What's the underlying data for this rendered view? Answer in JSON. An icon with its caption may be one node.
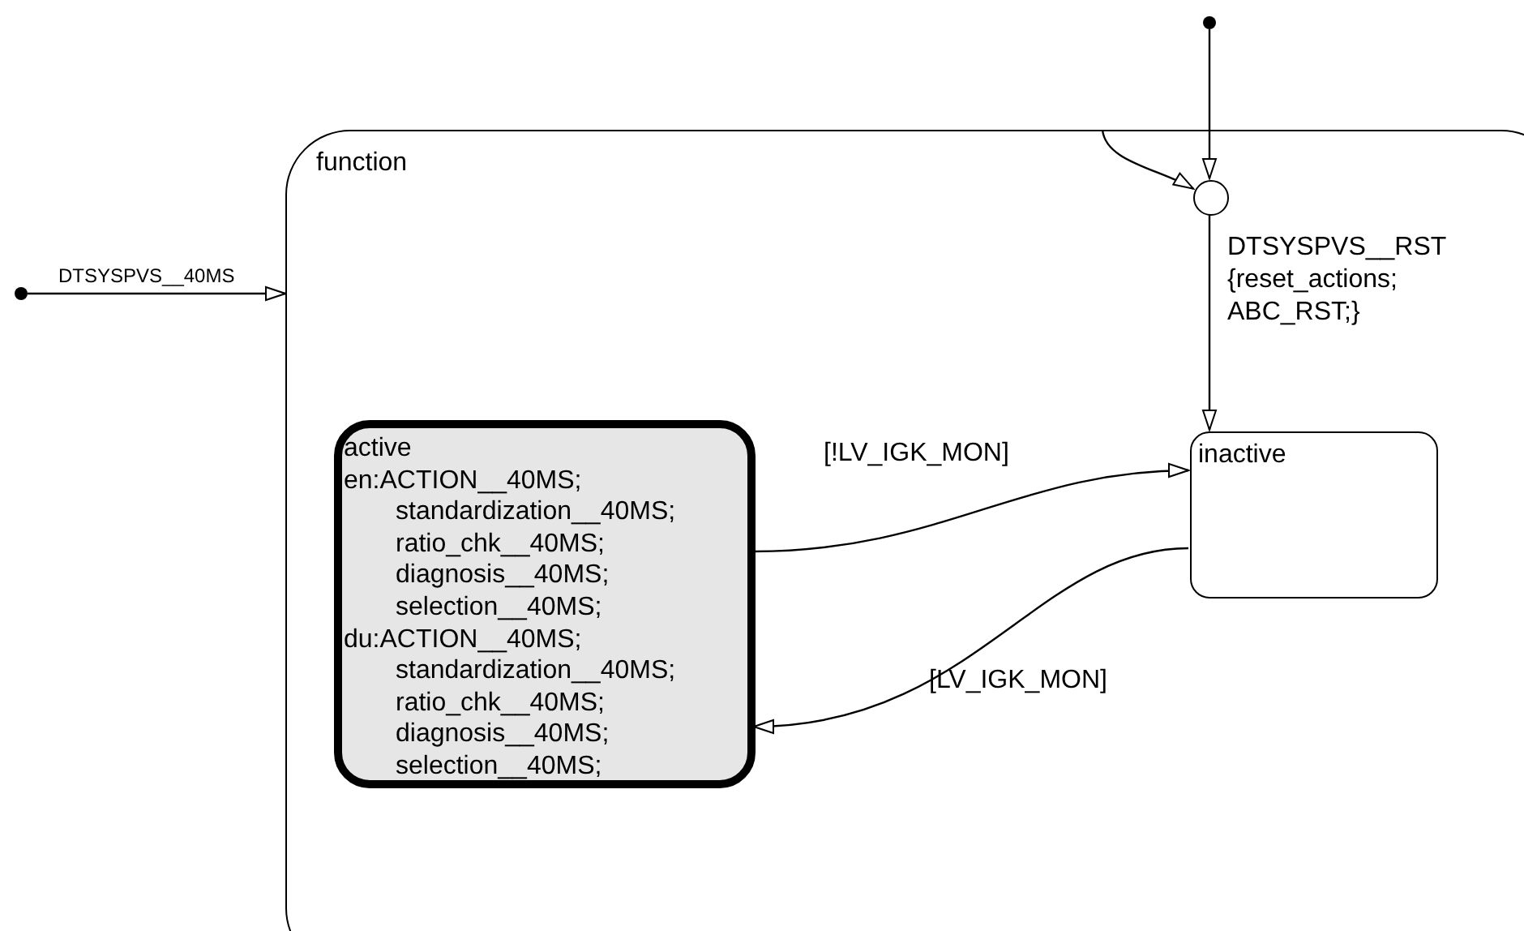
{
  "diagram": {
    "nodes": [
      {
        "text": [
          "function"
        ]
      },
      {
        "text": [],
        "shape": "circle"
      },
      {
        "text": [],
        "shape": "circle",
        "in": 0
      },
      {
        "text": [],
        "shape": "circle"
      },
      {
        "text": [
          "active",
          "en:ACTION__40MS;",
          "standardization__40MS;",
          "ratio_chk__40MS;",
          "diagnosis__40MS;",
          "selection__40MS;",
          "du:ACTION__40MS;",
          "standardization__40MS;",
          "ratio_chk__40MS;",
          "diagnosis__40MS;",
          "selection__40MS;"
        ],
        "in": 0
      },
      {
        "text": [
          "inactive"
        ],
        "in": 0
      }
    ],
    "edges": [
      {
        "from": 1,
        "to": 2,
        "arrow": "to"
      },
      {
        "from": 0,
        "to": 2,
        "arrow": "to"
      },
      {
        "from": 3,
        "to": 0,
        "label": "DTSYSPVS__40MS",
        "arrow": "to"
      },
      {
        "from": 2,
        "to": 5,
        "label": "DTSYSPVS__RST {reset_actions; ABC_RST;}",
        "arrow": "to"
      },
      {
        "from": 4,
        "to": 5,
        "label": "[!LV_IGK_MON]",
        "arrow": "to"
      },
      {
        "from": 5,
        "to": 4,
        "label": "[LV_IGK_MON]",
        "arrow": "to"
      }
    ]
  }
}
